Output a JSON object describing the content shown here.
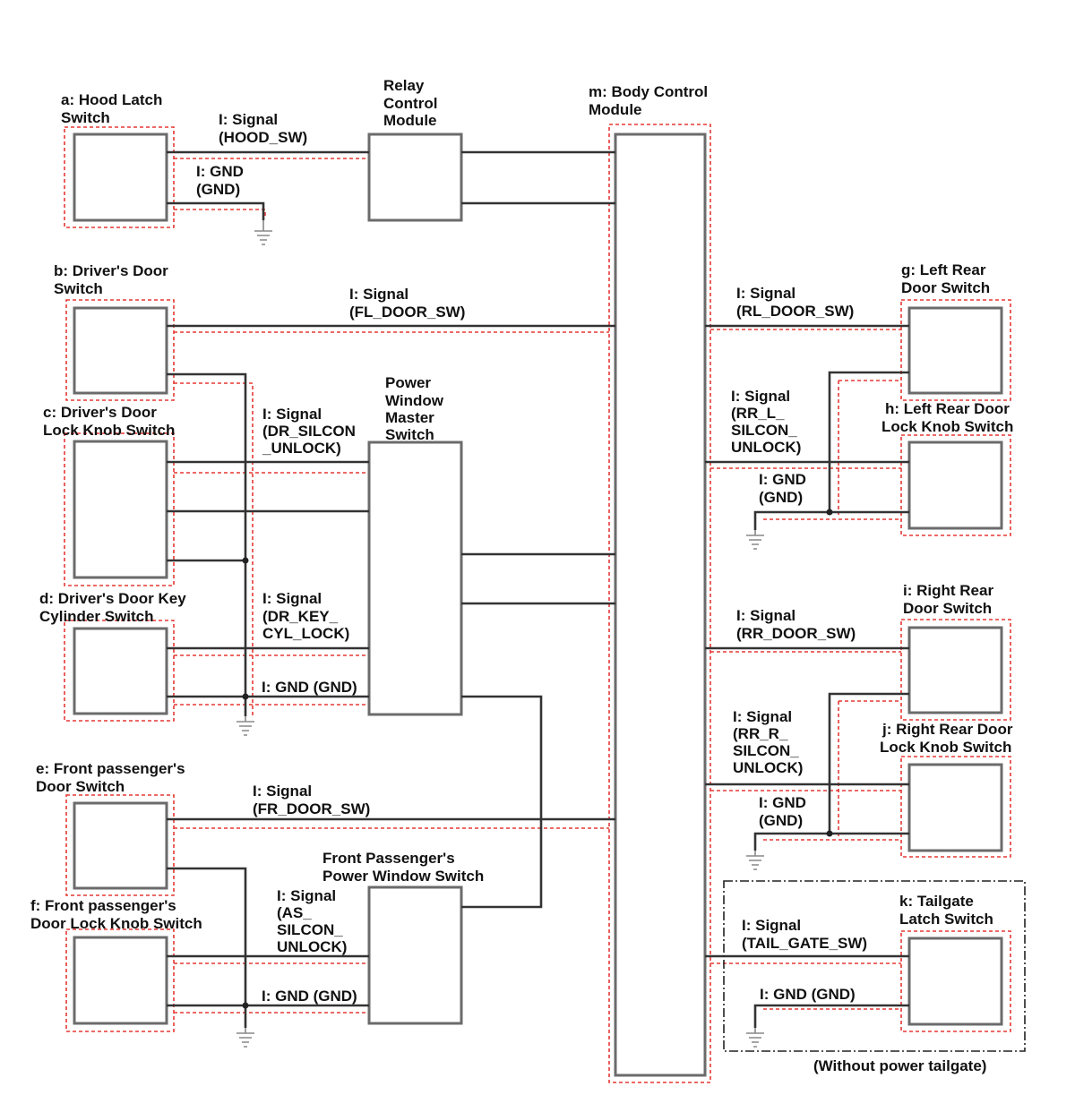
{
  "components": {
    "a": [
      "a: Hood Latch",
      "Switch"
    ],
    "b": [
      "b: Driver's Door",
      "Switch"
    ],
    "c": [
      "c: Driver's Door",
      "Lock Knob Switch"
    ],
    "d": [
      "d: Driver's Door Key",
      "Cylinder Switch"
    ],
    "e": [
      "e: Front passenger's",
      "Door Switch"
    ],
    "f": [
      "f: Front passenger's",
      "Door Lock Knob Switch"
    ],
    "g": [
      "g: Left Rear",
      "Door Switch"
    ],
    "h": [
      "h: Left Rear Door",
      "Lock Knob Switch"
    ],
    "i": [
      "i: Right Rear",
      "Door Switch"
    ],
    "j": [
      "j: Right Rear Door",
      "Lock Knob Switch"
    ],
    "k": [
      "k: Tailgate",
      "Latch Switch"
    ],
    "m": [
      "m: Body Control",
      "Module"
    ],
    "relay": [
      "Relay",
      "Control",
      "Module"
    ],
    "pwm": [
      "Power",
      "Window",
      "Master",
      "Switch"
    ],
    "fppw": [
      "Front Passenger's",
      "Power Window Switch"
    ]
  },
  "wires": {
    "hood_sig": [
      "I: Signal",
      "(HOOD_SW)"
    ],
    "hood_gnd": [
      "I: GND",
      "(GND)"
    ],
    "fl_door": [
      "I: Signal",
      "(FL_DOOR_SW)"
    ],
    "dr_silcon": [
      "I: Signal",
      "(DR_SILCON",
      "_UNLOCK)"
    ],
    "dr_key": [
      "I: Signal",
      "(DR_KEY_",
      "CYL_LOCK)"
    ],
    "dr_gnd": [
      "I: GND (GND)"
    ],
    "fr_door": [
      "I: Signal",
      "(FR_DOOR_SW)"
    ],
    "as_silcon": [
      "I: Signal",
      "(AS_",
      "SILCON_",
      "UNLOCK)"
    ],
    "as_gnd": [
      "I: GND (GND)"
    ],
    "rl_door": [
      "I: Signal",
      "(RL_DOOR_SW)"
    ],
    "rr_l": [
      "I: Signal",
      "(RR_L_",
      "SILCON_",
      "UNLOCK)"
    ],
    "rl_gnd": [
      "I: GND",
      "(GND)"
    ],
    "rr_door": [
      "I: Signal",
      "(RR_DOOR_SW)"
    ],
    "rr_r": [
      "I: Signal",
      "(RR_R_",
      "SILCON_",
      "UNLOCK)"
    ],
    "rr_gnd": [
      "I: GND",
      "(GND)"
    ],
    "tail_sig": [
      "I: Signal",
      "(TAIL_GATE_SW)"
    ],
    "tail_gnd": [
      "I: GND (GND)"
    ]
  },
  "notes": {
    "without_power_tailgate": "(Without power tailgate)"
  }
}
